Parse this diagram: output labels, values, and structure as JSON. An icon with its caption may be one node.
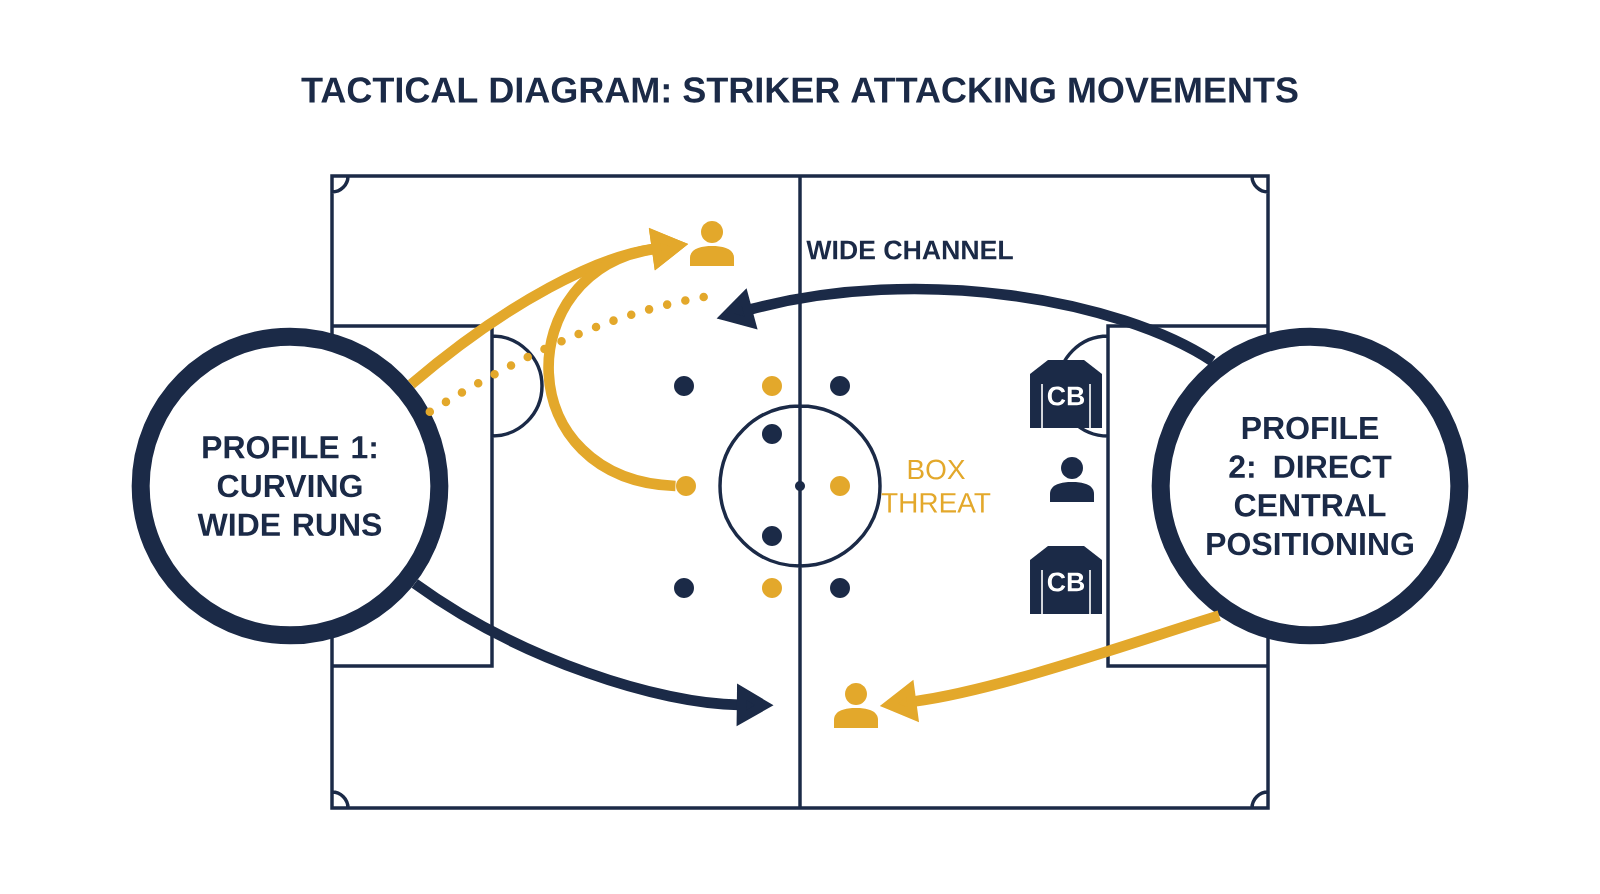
{
  "diagram": {
    "title": "TACTICAL DIAGRAM: STRIKER ATTACKING MOVEMENTS",
    "nodes": [
      {
        "text": [
          "PROFILE 1: CURVING WIDE RUNS"
        ]
      },
      {
        "text": [
          "PROFILE 2: DIRECT CENTRAL POSITIONING"
        ]
      },
      {
        "text": [],
        "shape": "person"
      },
      {
        "text": [],
        "shape": "person"
      },
      {
        "text": [],
        "shape": "circle"
      },
      {
        "text": [
          "CB"
        ]
      },
      {
        "text": [],
        "shape": "person"
      },
      {
        "text": [
          "CB"
        ]
      },
      {
        "text": [],
        "shape": "circle"
      }
    ],
    "edges": [
      {
        "from": 0,
        "to": 2,
        "arrow": "to"
      },
      {
        "from": 4,
        "to": 2,
        "arrow": "to"
      },
      {
        "from": 0,
        "to": null,
        "arrow": "none",
        "style": "dashed"
      },
      {
        "from": 1,
        "to": 2,
        "arrow": "to",
        "color": "#1b2a47",
        "label": "WIDE CHANNEL"
      },
      {
        "from": 0,
        "to": 3,
        "arrow": "to",
        "color": "#1b2a47"
      },
      {
        "from": 1,
        "to": 3,
        "arrow": "to"
      }
    ],
    "labels": [
      "BOX THREAT"
    ]
  }
}
